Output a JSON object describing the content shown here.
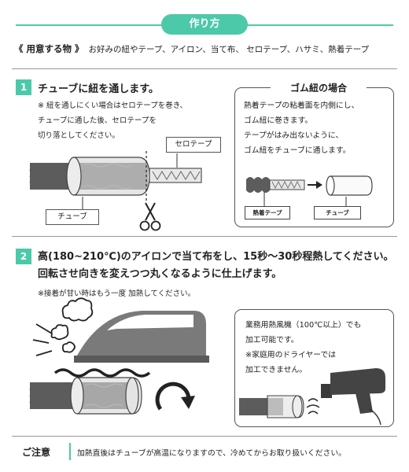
{
  "header": {
    "title": "作り方"
  },
  "materials": {
    "label": "《 用意する物 》",
    "items": "お好みの紐やテープ、アイロン、当て布、 セロテープ、ハサミ、熱着テープ"
  },
  "step1": {
    "number": "1",
    "title": "チューブに紐を通します。",
    "notes": [
      "※ 紐を通しにくい場合はセロテープを巻き、",
      "チューブに通した後、セロテープを",
      "切り落としてください。"
    ],
    "label_tape": "セロテープ",
    "label_tube": "チューブ"
  },
  "rubber_box": {
    "title": "ゴム紐の場合",
    "lines": [
      "熱着テープの粘着面を内側にし、",
      "ゴム紐に巻きます。",
      "テープがはみ出ないように、",
      "ゴム紐をチューブに通します。"
    ],
    "label_heat_tape": "熱着テープ",
    "label_tube": "チューブ"
  },
  "step2": {
    "number": "2",
    "title_lines": [
      "高(180~210℃)のアイロンで当て布をし、15秒～30秒程熱してください。",
      "回転させ向きを変えつつ丸くなるように仕上げます。"
    ],
    "note": "※接着が甘い時はもう一度 加熱してください。"
  },
  "heatgun_box": {
    "lines": [
      "業務用熱風機（100℃以上）でも",
      "加工可能です。",
      "※家庭用のドライヤーでは",
      "加工できません。"
    ]
  },
  "caution": {
    "label": "ご注意",
    "text": "加熱直後はチューブが高温になりますので、冷めてからお取り扱いください。"
  },
  "colors": {
    "accent": "#4cc9a8",
    "rope": "#595959",
    "iron": "#7a7a7a"
  }
}
